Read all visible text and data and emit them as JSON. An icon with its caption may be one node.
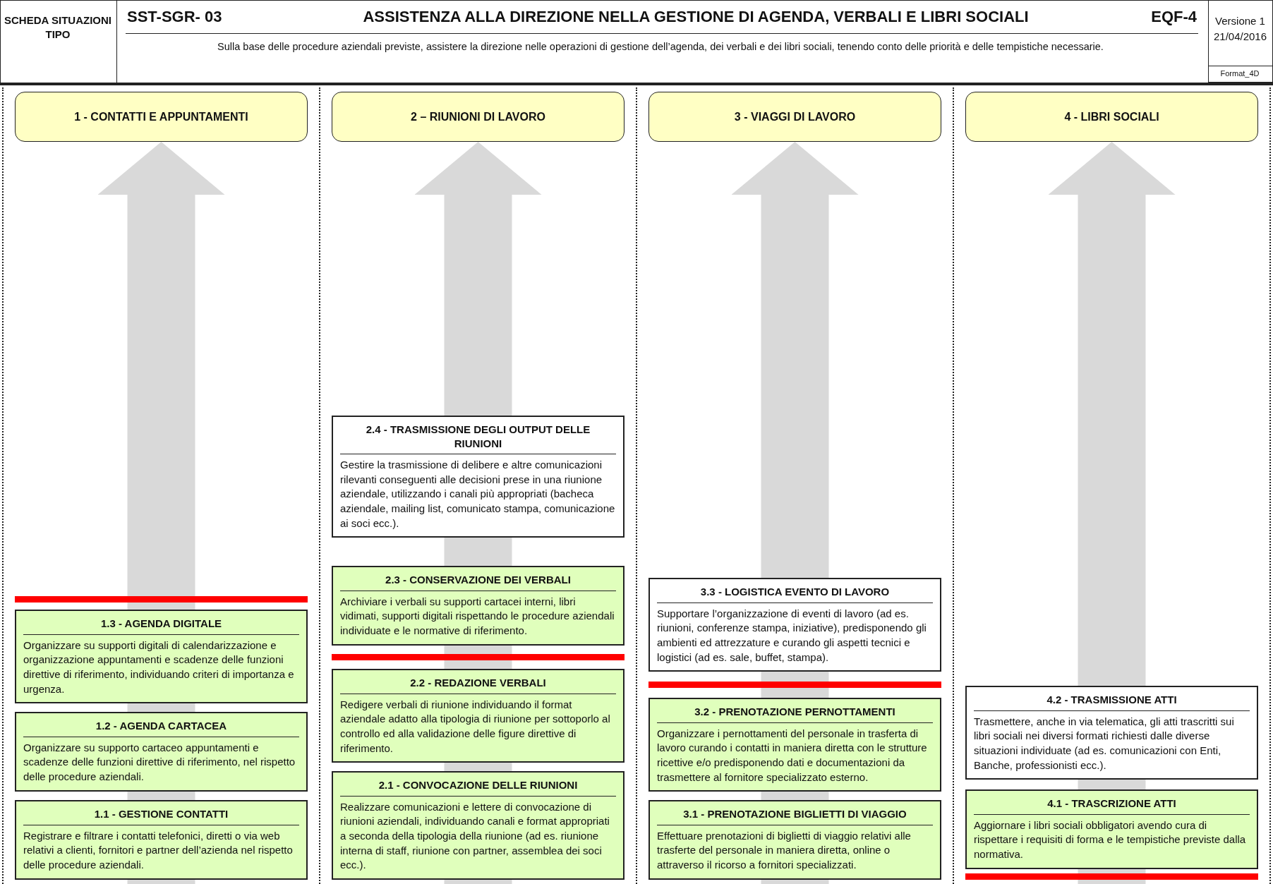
{
  "diagram": {
    "title": "ASSISTENZA ALLA DIREZIONE NELLA GESTIONE DI AGENDA, VERBALI E LIBRI SOCIALI",
    "nodes": [
      {
        "text": [
          "1 - CONTATTI E APPUNTAMENTI"
        ]
      },
      {
        "text": [
          "2 – RIUNIONI DI LAVORO"
        ]
      },
      {
        "text": [
          "3 - VIAGGI DI LAVORO"
        ]
      },
      {
        "text": [
          "4 - LIBRI SOCIALI"
        ]
      },
      {
        "text": [
          "1.3 - AGENDA DIGITALE",
          "Organizzare su supporti digitali di calendarizzazione e organizzazione appuntamenti e scadenze delle funzioni direttive di riferimento, individuando criteri di importanza e urgenza."
        ]
      },
      {
        "text": [
          "1.2 - AGENDA CARTACEA",
          "Organizzare su supporto cartaceo appuntamenti e scadenze delle funzioni direttive di riferimento, nel rispetto delle procedure aziendali."
        ]
      },
      {
        "text": [
          "1.1 - GESTIONE CONTATTI",
          "Registrare e filtrare i contatti telefonici, diretti o via web relativi a clienti, fornitori e partner dell’azienda nel rispetto delle procedure aziendali."
        ]
      },
      {
        "text": [
          "2.4 - TRASMISSIONE DEGLI OUTPUT DELLE RIUNIONI",
          "Gestire la trasmissione di delibere e altre comunicazioni rilevanti conseguenti alle decisioni prese in una riunione aziendale, utilizzando i canali più appropriati (bacheca aziendale, mailing list, comunicato stampa, comunicazione ai soci ecc.)."
        ]
      },
      {
        "text": [
          "2.3 - CONSERVAZIONE DEI VERBALI",
          "Archiviare i verbali su supporti cartacei interni, libri vidimati, supporti digitali rispettando le procedure aziendali individuate e le normative di riferimento."
        ]
      },
      {
        "text": [
          "2.2 - REDAZIONE VERBALI",
          "Redigere verbali di riunione individuando il format aziendale adatto alla tipologia di riunione per sottoporlo al controllo ed alla validazione delle figure direttive di riferimento."
        ]
      },
      {
        "text": [
          "2.1 - CONVOCAZIONE DELLE RIUNIONI",
          "Realizzare comunicazioni e lettere di convocazione di riunioni aziendali, individuando canali e format appropriati a seconda della tipologia della riunione (ad es. riunione interna di staff, riunione con partner, assemblea dei soci ecc.)."
        ]
      },
      {
        "text": [
          "3.3 - LOGISTICA EVENTO DI LAVORO",
          "Supportare l’organizzazione di eventi di lavoro (ad es. riunioni, conferenze stampa, iniziative), predisponendo gli ambienti ed attrezzature e curando gli aspetti tecnici e logistici (ad es. sale, buffet, stampa)."
        ]
      },
      {
        "text": [
          "3.2 - PRENOTAZIONE PERNOTTAMENTI",
          "Organizzare i pernottamenti del personale in trasferta di lavoro curando i contatti in maniera diretta con le strutture ricettive e/o predisponendo dati e documentazioni da trasmettere al fornitore specializzato esterno."
        ]
      },
      {
        "text": [
          "3.1 - PRENOTAZIONE BIGLIETTI DI VIAGGIO",
          "Effettuare prenotazioni di biglietti di viaggio relativi alle trasferte del personale in maniera diretta, online o attraverso il ricorso a fornitori specializzati."
        ]
      },
      {
        "text": [
          "4.2 - TRASMISSIONE ATTI",
          "Trasmettere, anche in via telematica, gli atti trascritti sui libri sociali nei diversi formati richiesti dalle diverse situazioni individuate (ad es. comunicazioni con Enti, Banche, professionisti ecc.)."
        ]
      },
      {
        "text": [
          "4.1 - TRASCRIZIONE ATTI",
          "Aggiornare i libri sociali obbligatori avendo cura di rispettare i requisiti di forma e le tempistiche previste dalla normativa."
        ]
      }
    ],
    "edges": [
      {
        "from": 4,
        "to": 0,
        "arrow": "to"
      },
      {
        "from": 7,
        "to": 1,
        "arrow": "to"
      },
      {
        "from": 11,
        "to": 2,
        "arrow": "to"
      },
      {
        "from": 14,
        "to": 3,
        "arrow": "to"
      }
    ],
    "labels": [
      "SCHEDA SITUAZIONI TIPO",
      "SST-SGR- 03",
      "EQF-4",
      "Sulla base delle procedure aziendali previste, assistere la direzione nelle operazioni di gestione dell’agenda, dei verbali e dei libri sociali, tenendo conto delle priorità e delle tempistiche necessarie.",
      "Versione 1",
      "21/04/2016",
      "Format_4D"
    ]
  }
}
